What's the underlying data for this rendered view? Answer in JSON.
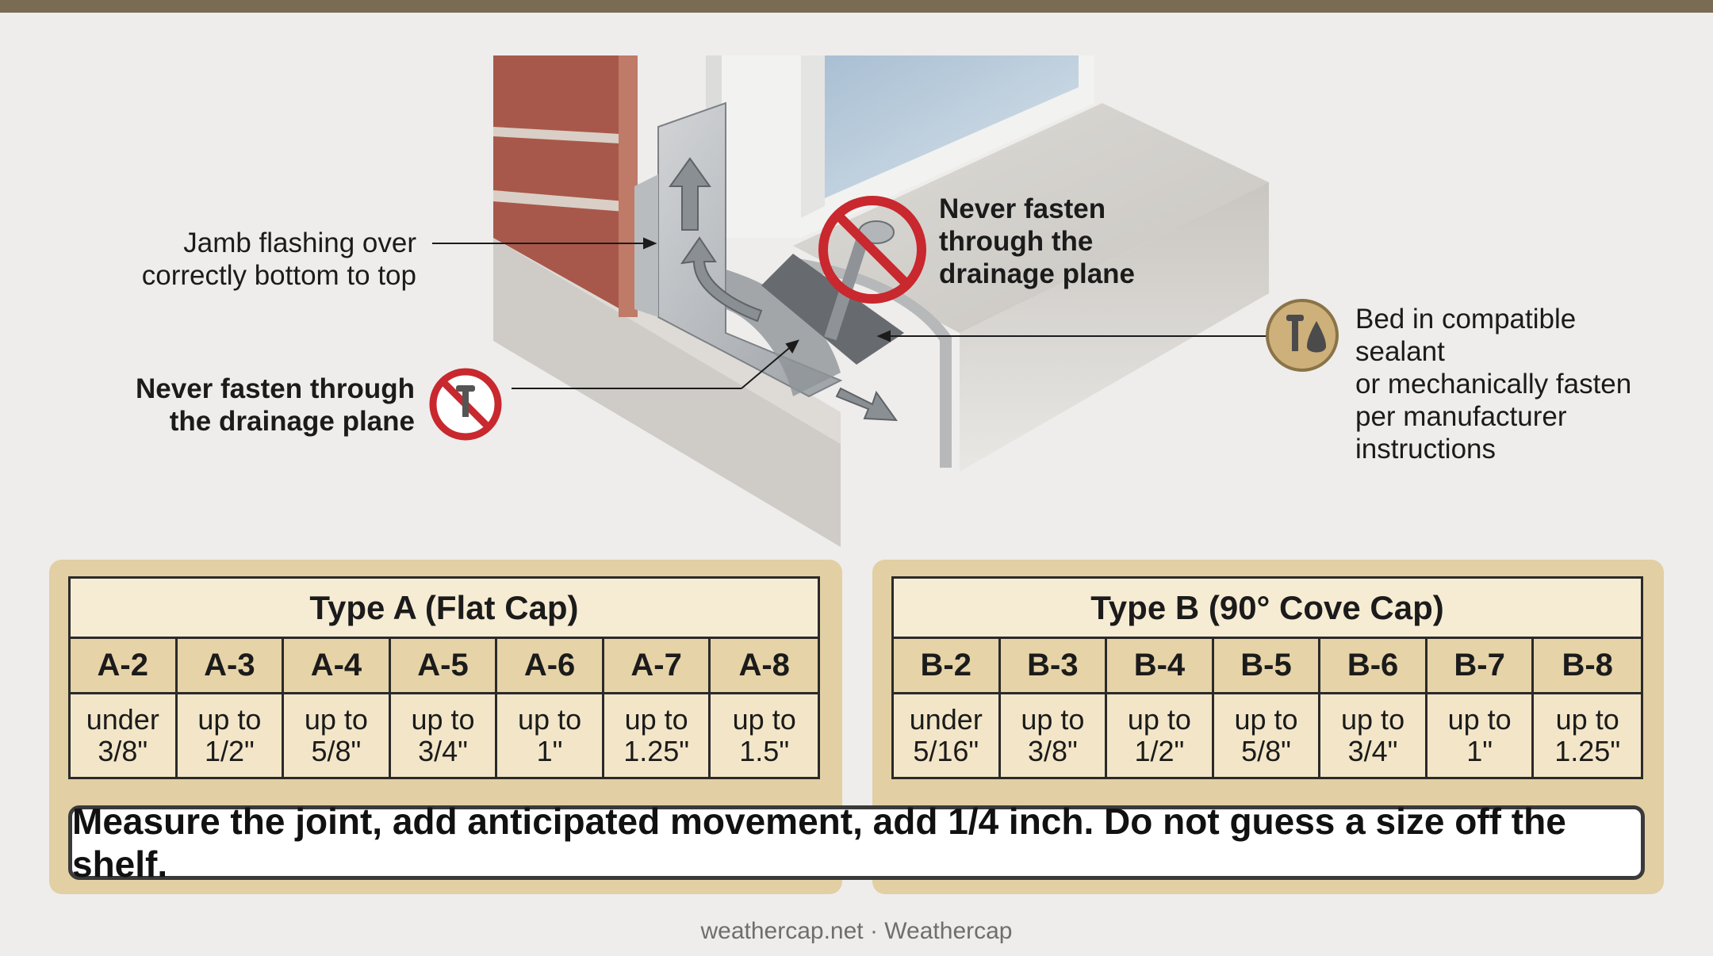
{
  "callouts": {
    "jamb_flashing": [
      "Jamb flashing over",
      "correctly bottom to top"
    ],
    "never_fasten_left": [
      "Never fasten through",
      "the drainage plane"
    ],
    "never_fasten_top": [
      "Never fasten",
      "through the",
      "drainage plane"
    ],
    "bed_sealant": [
      "Bed in compatible",
      "sealant",
      "or mechanically fasten",
      "per manufacturer",
      "instructions"
    ]
  },
  "icons": {
    "prohibit": "no-fastener-icon",
    "sealant": "screw-and-sealant-drop-icon"
  },
  "colors": {
    "prohibit_red": "#c8282e",
    "panel_tan": "#e2cfa3",
    "brick": "#a8584a",
    "top_bar": "#7a6c52"
  },
  "table_a": {
    "title": "Type A (Flat Cap)",
    "columns": [
      {
        "code": "A-2",
        "size": [
          "under",
          "3/8\""
        ]
      },
      {
        "code": "A-3",
        "size": [
          "up to",
          "1/2\""
        ]
      },
      {
        "code": "A-4",
        "size": [
          "up to",
          "5/8\""
        ]
      },
      {
        "code": "A-5",
        "size": [
          "up to",
          "3/4\""
        ]
      },
      {
        "code": "A-6",
        "size": [
          "up to",
          "1\""
        ]
      },
      {
        "code": "A-7",
        "size": [
          "up to",
          "1.25\""
        ]
      },
      {
        "code": "A-8",
        "size": [
          "up to",
          "1.5\""
        ]
      }
    ]
  },
  "table_b": {
    "title": "Type B (90° Cove Cap)",
    "columns": [
      {
        "code": "B-2",
        "size": [
          "under",
          "5/16\""
        ]
      },
      {
        "code": "B-3",
        "size": [
          "up to",
          "3/8\""
        ]
      },
      {
        "code": "B-4",
        "size": [
          "up to",
          "1/2\""
        ]
      },
      {
        "code": "B-5",
        "size": [
          "up to",
          "5/8\""
        ]
      },
      {
        "code": "B-6",
        "size": [
          "up to",
          "3/4\""
        ]
      },
      {
        "code": "B-7",
        "size": [
          "up to",
          "1\""
        ]
      },
      {
        "code": "B-8",
        "size": [
          "up to",
          "1.25\""
        ]
      }
    ]
  },
  "note": "Measure the joint, add anticipated movement, add 1/4 inch. Do not guess a size off the shelf.",
  "footer": "weathercap.net · Weathercap"
}
